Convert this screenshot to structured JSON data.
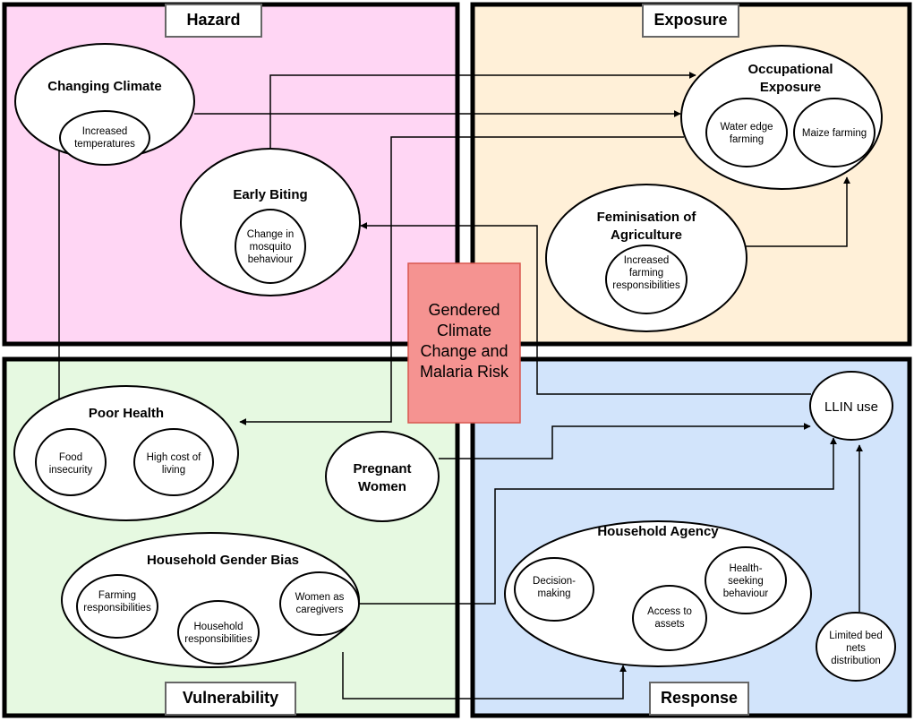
{
  "colors": {
    "hazard": "#ffd6f4",
    "exposure": "#fff0d8",
    "vulnerability": "#e6f9e1",
    "response": "#d2e4fb",
    "center": "#f59391",
    "center_border": "#d9574f",
    "frame": "#000000",
    "label_box_border": "#666666"
  },
  "quadrants": {
    "hazard": "Hazard",
    "exposure": "Exposure",
    "vulnerability": "Vulnerability",
    "response": "Response"
  },
  "center": {
    "line1": "Gendered",
    "line2": "Climate",
    "line3": "Change and",
    "line4": "Malaria Risk"
  },
  "nodes": {
    "changing_climate": {
      "title": "Changing Climate",
      "sub": [
        "Increased",
        "temperatures"
      ]
    },
    "early_biting": {
      "title": "Early Biting",
      "sub": [
        "Change in",
        "mosquito",
        "behaviour"
      ]
    },
    "occupational": {
      "title1": "Occupational",
      "title2": "Exposure",
      "sub1": [
        "Water edge",
        "farming"
      ],
      "sub2": [
        "Maize farming"
      ]
    },
    "feminisation": {
      "title1": "Feminisation of",
      "title2": "Agriculture",
      "sub": [
        "Increased",
        "farming",
        "responsibilities"
      ]
    },
    "poor_health": {
      "title": "Poor Health",
      "sub1": [
        "Food",
        "insecurity"
      ],
      "sub2": [
        "High cost of",
        "living"
      ]
    },
    "pregnant": {
      "line1": "Pregnant",
      "line2": "Women"
    },
    "gender_bias": {
      "title": "Household Gender Bias",
      "sub1": [
        "Farming",
        "responsibilities"
      ],
      "sub2": [
        "Household",
        "responsibilities"
      ],
      "sub3": [
        "Women as",
        "caregivers"
      ]
    },
    "agency": {
      "title": "Household Agency",
      "sub1": [
        "Decision-",
        "making"
      ],
      "sub2": [
        "Health-",
        "seeking",
        "behaviour"
      ],
      "sub3": [
        "Access to",
        "assets"
      ]
    },
    "llin": {
      "label": "LLIN use"
    },
    "bednets": {
      "sub": [
        "Limited bed",
        "nets",
        "distribution"
      ]
    }
  }
}
